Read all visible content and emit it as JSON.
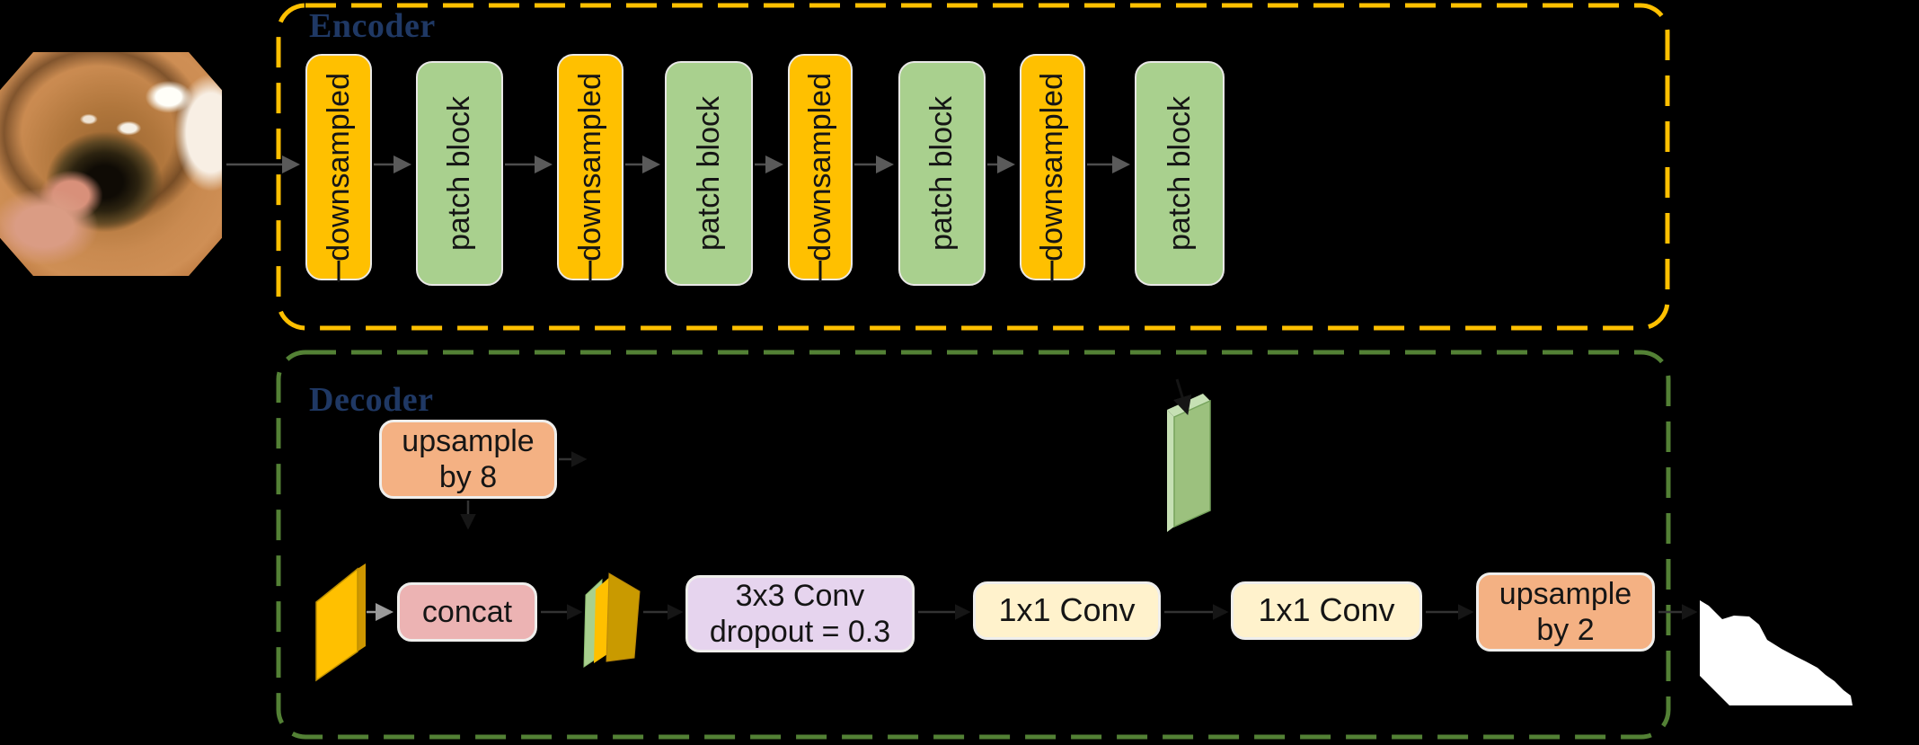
{
  "figure": {
    "background": "#000000",
    "input": {
      "kind": "colonoscopy-photo"
    },
    "encoder": {
      "title": "Encoder",
      "title_color": "#1F3864",
      "border_color": "#FFC000",
      "blocks": [
        {
          "label": "downsampled",
          "fill": "#FFC000"
        },
        {
          "label": "patch block",
          "fill": "#A9D08E"
        },
        {
          "label": "downsampled",
          "fill": "#FFC000"
        },
        {
          "label": "patch block",
          "fill": "#A9D08E"
        },
        {
          "label": "downsampled",
          "fill": "#FFC000"
        },
        {
          "label": "patch block",
          "fill": "#A9D08E"
        },
        {
          "label": "downsampled",
          "fill": "#FFC000"
        },
        {
          "label": "patch block",
          "fill": "#A9D08E"
        }
      ]
    },
    "decoder": {
      "title": "Decoder",
      "title_color": "#1F3864",
      "border_color": "#538135",
      "upsample8": {
        "line1": "upsample",
        "line2": "by 8",
        "fill": "#F4B183"
      },
      "concat": {
        "label": "concat",
        "fill": "#ECB3B3"
      },
      "conv3x3": {
        "line1": "3x3 Conv",
        "line2": "dropout = 0.3",
        "fill": "#E6D4EE"
      },
      "conv1x1_a": {
        "label": "1x1 Conv",
        "fill": "#FFF2CC"
      },
      "conv1x1_b": {
        "label": "1x1 Conv",
        "fill": "#FFF2CC"
      },
      "upsample2": {
        "line1": "upsample",
        "line2": "by 2",
        "fill": "#F4B183"
      },
      "feature_maps": {
        "skip_slab_color": "#FFC000",
        "merged_slab_colors": [
          "#A9D08E",
          "#FFC000"
        ],
        "patch_feature_slab_color": "#A9D08E"
      }
    },
    "output": {
      "kind": "segmentation-mask",
      "color": "#FFFFFF"
    }
  }
}
